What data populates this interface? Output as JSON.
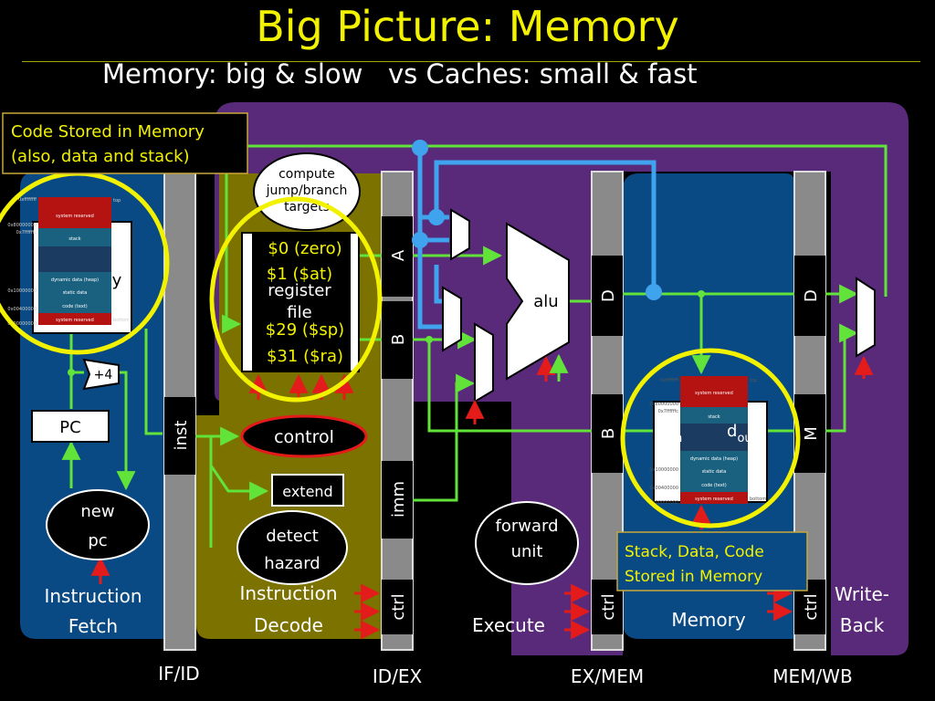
{
  "title": "Big Picture: Memory",
  "subtitle": "Memory: big & slow   vs Caches: small & fast",
  "callouts": {
    "code_memory_line1": "Code Stored in Memory",
    "code_memory_line2": "(also, data and stack)",
    "data_memory_line1": "Stack, Data, Code",
    "data_memory_line2": "Stored in Memory"
  },
  "stages": {
    "fetch_line1": "Instruction",
    "fetch_line2": "Fetch",
    "decode_line1": "Instruction",
    "decode_line2": "Decode",
    "execute": "Execute",
    "memory": "Memory",
    "writeback_line1": "Write-",
    "writeback_line2": "Back"
  },
  "pipeline_registers": {
    "if_id": "IF/ID",
    "id_ex": "ID/EX",
    "ex_mem": "EX/MEM",
    "mem_wb": "MEM/WB"
  },
  "register_fields": {
    "inst": "inst",
    "a": "A",
    "b": "B",
    "imm": "imm",
    "ctrl": "ctrl",
    "d": "D",
    "m": "M"
  },
  "units": {
    "pc": "PC",
    "plus4": "+4",
    "new_pc_line1": "new",
    "new_pc_line2": "pc",
    "compute_line1": "compute",
    "compute_line2": "jump/branch",
    "compute_line3": "targets",
    "register_file_line1": "register",
    "register_file_line2": "file",
    "control": "control",
    "extend": "extend",
    "detect_hazard_line1": "detect",
    "detect_hazard_line2": "hazard",
    "alu": "alu",
    "forward_unit_line1": "forward",
    "forward_unit_line2": "unit",
    "memory_partial": "y",
    "d_in": "d",
    "d_in_sub": "in",
    "d_out": "d",
    "d_out_sub": "out"
  },
  "registers_list": [
    "$0 (zero)",
    "$1 ($at)",
    "$29 ($sp)",
    "$31 ($ra)"
  ],
  "memory_map": {
    "segments": [
      "system reserved",
      "stack",
      "dynamic data (heap)",
      "static data",
      "code (text)",
      "system reserved"
    ],
    "addresses": [
      "0xffffffff",
      "0x80000000",
      "0x7ffffffc",
      "0x10000000",
      "0x00400000",
      "0x00000000"
    ],
    "side_labels": [
      "top",
      "bottom"
    ]
  },
  "colors": {
    "title": "#f2f200",
    "purple_region": "#5a2a7a",
    "blue_region": "#0a4a84",
    "olive_region": "#7c7200",
    "wire_green": "#62e33a",
    "wire_blue": "#3fa3ee",
    "wire_red": "#e31b1b",
    "highlight": "#f2f200"
  }
}
